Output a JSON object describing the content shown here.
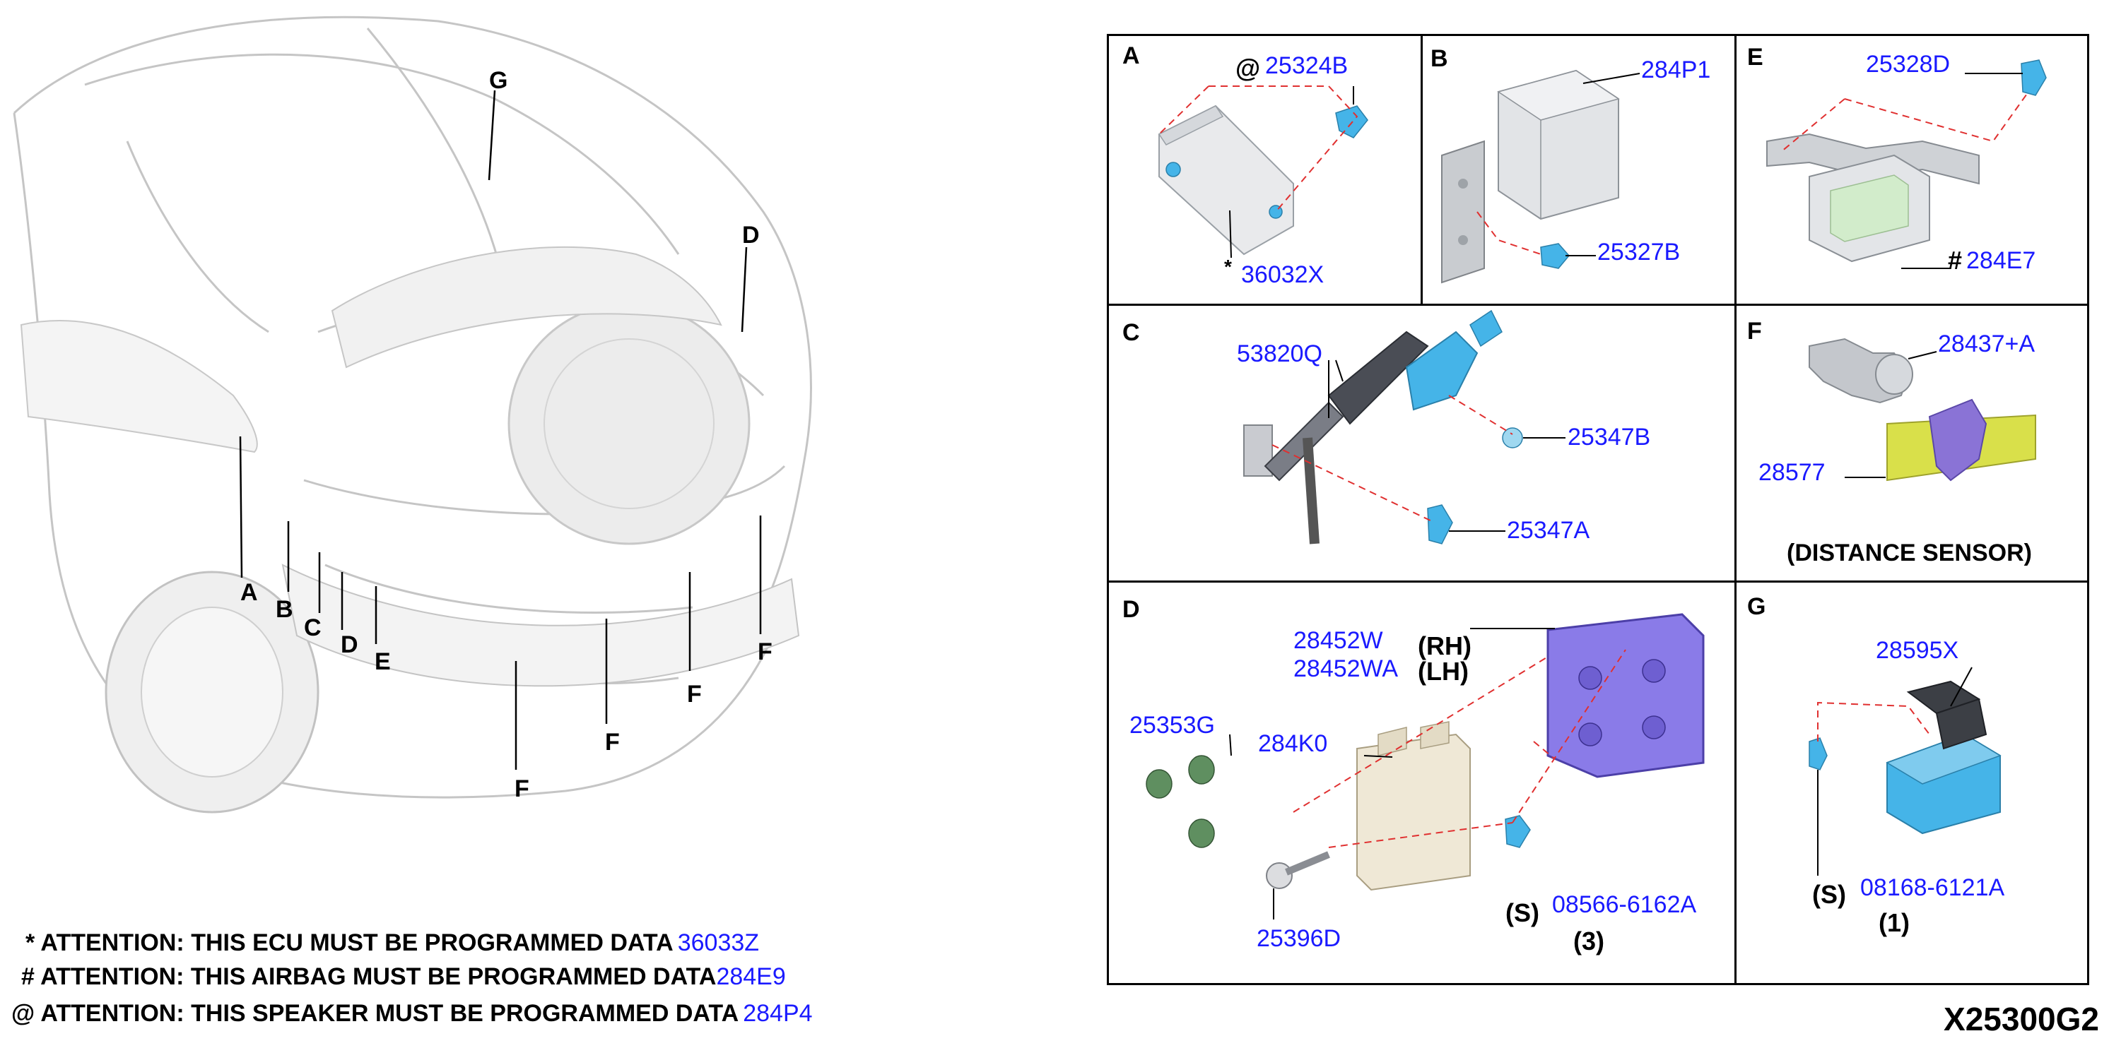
{
  "callouts": {
    "A": "A",
    "B": "B",
    "C": "C",
    "D": "D",
    "E": "E",
    "G": "G",
    "F1": "F",
    "F2": "F",
    "F3": "F",
    "F4": "F",
    "D_top": "D"
  },
  "cells": {
    "A": {
      "label": "A",
      "part_speaker": "25324B",
      "at_mark": "@",
      "part_bracket": "36032X",
      "star": "*"
    },
    "B": {
      "label": "B",
      "part_unit": "284P1",
      "part_bolt": "25327B"
    },
    "E": {
      "label": "E",
      "part_bolt": "25328D",
      "part_unit": "284E7",
      "hash": "#"
    },
    "C": {
      "label": "C",
      "part_rod": "53820Q",
      "part_clip1": "25347B",
      "part_clip2": "25347A"
    },
    "F": {
      "label": "F",
      "part_sensor": "28437+A",
      "part_holder": "28577",
      "caption": "(DISTANCE SENSOR)"
    },
    "D": {
      "label": "D",
      "part_bracket_rh": "28452W",
      "rh": "(RH)",
      "part_bracket_lh": "28452WA",
      "lh": "(LH)",
      "part_grommet": "25353G",
      "part_radar": "284K0",
      "part_screw": "25396D",
      "s_mark": "(S)",
      "part_nut": "08566-6162A",
      "qty": "(3)"
    },
    "G": {
      "label": "G",
      "part_unit": "28595X",
      "s_mark": "(S)",
      "part_bolt": "08168-6121A",
      "qty": "(1)"
    }
  },
  "notes": [
    {
      "prefix": "* ATTENTION: THIS ECU MUST BE PROGRAMMED DATA",
      "part": "36033Z"
    },
    {
      "prefix": "# ATTENTION: THIS AIRBAG MUST BE PROGRAMMED DATA",
      "part": "284E9"
    },
    {
      "prefix": "@ ATTENTION: THIS SPEAKER MUST BE PROGRAMMED DATA",
      "part": "284P4"
    }
  ],
  "diagram_id": "X25300G2",
  "colors": {
    "part_number": "#1a1aff",
    "leader": "#000000",
    "dash": "#e03030",
    "clip_blue": "#45b4e8",
    "bracket_purple": "#7b6ee6",
    "holder_yellow": "#d9e04a"
  }
}
